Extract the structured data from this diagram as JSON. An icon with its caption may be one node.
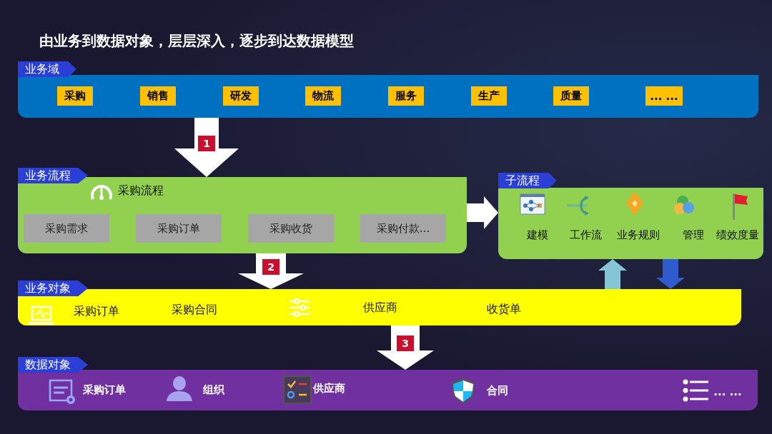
{
  "diagram": {
    "title": "由业务到数据对象，层层深入，逐步到达数据模型",
    "nodes": [
      {
        "text": [
          "业务域"
        ]
      },
      {
        "text": [
          "采购"
        ],
        "in": 0
      },
      {
        "text": [
          "销售"
        ],
        "in": 0
      },
      {
        "text": [
          "研发"
        ],
        "in": 0
      },
      {
        "text": [
          "物流"
        ],
        "in": 0
      },
      {
        "text": [
          "服务"
        ],
        "in": 0
      },
      {
        "text": [
          "生产"
        ],
        "in": 0
      },
      {
        "text": [
          "质量"
        ],
        "in": 0
      },
      {
        "text": [
          "... ..."
        ],
        "in": 0
      },
      {
        "text": [
          "业务流程",
          "采购流程"
        ]
      },
      {
        "text": [
          "采购需求"
        ],
        "in": 9
      },
      {
        "text": [
          "采购订单"
        ],
        "in": 9
      },
      {
        "text": [
          "采购收货"
        ],
        "in": 9
      },
      {
        "text": [
          "采购付款..."
        ],
        "in": 9
      },
      {
        "text": [
          "子流程",
          "建模",
          "工作流",
          "业务规则",
          "管理",
          "绩效度量"
        ]
      },
      {
        "text": [
          "业务对象",
          "采购订单",
          "采购合同",
          "供应商",
          "收货单"
        ]
      },
      {
        "text": [
          "数据对象",
          "采购订单",
          "组织",
          "供应商",
          "合同",
          "... ..."
        ]
      }
    ],
    "edges": [
      {
        "from": 0,
        "to": 9,
        "arrow": "to",
        "label": "1"
      },
      {
        "from": 9,
        "to": 15,
        "arrow": "to",
        "label": "2"
      },
      {
        "from": 15,
        "to": 16,
        "arrow": "to",
        "label": "3"
      },
      {
        "from": 9,
        "to": 14,
        "arrow": "to"
      },
      {
        "from": 15,
        "to": 14,
        "arrow": "to",
        "color": "#86c5d8"
      },
      {
        "from": 14,
        "to": 15,
        "arrow": "to",
        "color": "#2f5bcc"
      }
    ]
  }
}
